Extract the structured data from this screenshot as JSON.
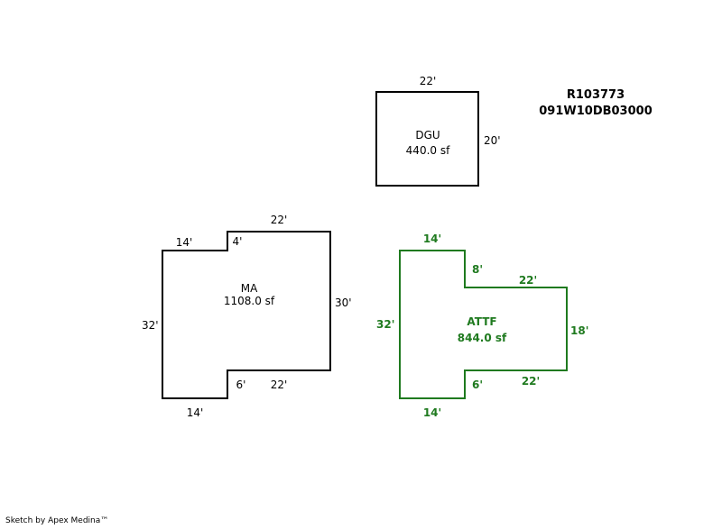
{
  "parcel": {
    "id": "R103773",
    "map_number": "091W10DB03000"
  },
  "footer": "Sketch by Apex Medina™",
  "colors": {
    "outline": "#000000",
    "attf": "#1f7a1f"
  },
  "shapes": {
    "dgu": {
      "name": "DGU",
      "area": "440.0 sf",
      "dims": {
        "top": "22'",
        "right": "20'"
      }
    },
    "ma": {
      "name": "MA",
      "area": "1108.0 sf",
      "dims": {
        "notch_top_left": "14'",
        "notch_top_step": "4'",
        "top": "22'",
        "right": "30'",
        "left": "32'",
        "bottom_left": "14'",
        "notch_bottom_step": "6'",
        "bottom_right": "22'"
      }
    },
    "attf": {
      "name": "ATTF",
      "area": "844.0 sf",
      "dims": {
        "top": "14'",
        "step_top": "8'",
        "wing_top": "22'",
        "right": "18'",
        "left": "32'",
        "step_bottom": "6'",
        "wing_bottom": "22'",
        "bottom": "14'"
      }
    }
  }
}
